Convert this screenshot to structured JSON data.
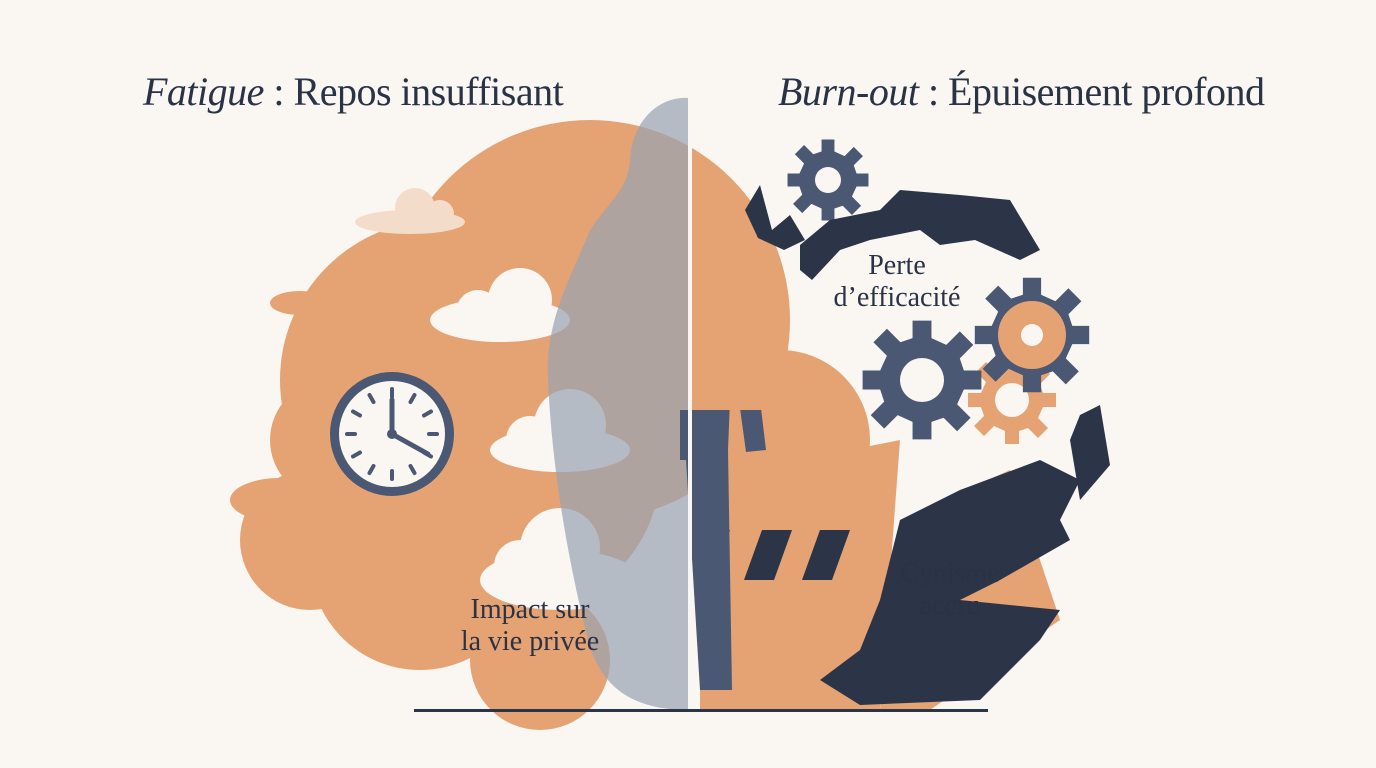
{
  "headings": {
    "left": {
      "emphasis": "Fatigue",
      "rest": " : Repos insuffisant"
    },
    "right": {
      "emphasis": "Burn-out",
      "rest": " : Épuisement profond"
    }
  },
  "labels": {
    "efficacite": {
      "line1": "Perte",
      "line2": "d’efficacité"
    },
    "vie_privee": {
      "line1": "Impact sur",
      "line2": "la vie privée"
    },
    "cynisme": {
      "line1": "Cynisme",
      "line2": "accru"
    }
  },
  "colors": {
    "background": "#faf7f2",
    "orange": "#e5a273",
    "slate": "#4b5873",
    "navy": "#2c3448",
    "mist": "#9aa3b2"
  },
  "icons": [
    "clock-icon",
    "gear-icon",
    "cloud-icon",
    "person-silhouette-icon"
  ]
}
